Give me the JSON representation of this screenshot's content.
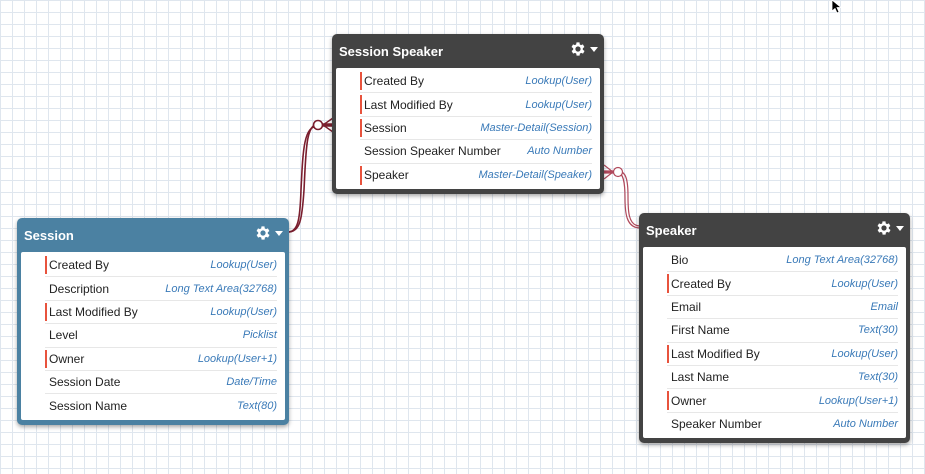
{
  "colors": {
    "session_header": "#4b81a2",
    "dark_header": "#434343",
    "connector": "#7a1e2e",
    "connector_light": "#b04a5c",
    "required_marker": "#e8533d",
    "type_text": "#3a7ab8"
  },
  "entities": {
    "session_speaker": {
      "title": "Session Speaker",
      "fields": [
        {
          "name": "Created By",
          "type": "Lookup(User)",
          "required": true
        },
        {
          "name": "Last Modified By",
          "type": "Lookup(User)",
          "required": true
        },
        {
          "name": "Session",
          "type": "Master-Detail(Session)",
          "required": true
        },
        {
          "name": "Session Speaker Number",
          "type": "Auto Number",
          "required": false
        },
        {
          "name": "Speaker",
          "type": "Master-Detail(Speaker)",
          "required": true
        }
      ]
    },
    "session": {
      "title": "Session",
      "fields": [
        {
          "name": "Created By",
          "type": "Lookup(User)",
          "required": true
        },
        {
          "name": "Description",
          "type": "Long Text Area(32768)",
          "required": false
        },
        {
          "name": "Last Modified By",
          "type": "Lookup(User)",
          "required": true
        },
        {
          "name": "Level",
          "type": "Picklist",
          "required": false
        },
        {
          "name": "Owner",
          "type": "Lookup(User+1)",
          "required": true
        },
        {
          "name": "Session Date",
          "type": "Date/Time",
          "required": false
        },
        {
          "name": "Session Name",
          "type": "Text(80)",
          "required": false
        }
      ]
    },
    "speaker": {
      "title": "Speaker",
      "fields": [
        {
          "name": "Bio",
          "type": "Long Text Area(32768)",
          "required": false
        },
        {
          "name": "Created By",
          "type": "Lookup(User)",
          "required": true
        },
        {
          "name": "Email",
          "type": "Email",
          "required": false
        },
        {
          "name": "First Name",
          "type": "Text(30)",
          "required": false
        },
        {
          "name": "Last Modified By",
          "type": "Lookup(User)",
          "required": true
        },
        {
          "name": "Last Name",
          "type": "Text(30)",
          "required": false
        },
        {
          "name": "Owner",
          "type": "Lookup(User+1)",
          "required": true
        },
        {
          "name": "Speaker Number",
          "type": "Auto Number",
          "required": false
        }
      ]
    }
  }
}
